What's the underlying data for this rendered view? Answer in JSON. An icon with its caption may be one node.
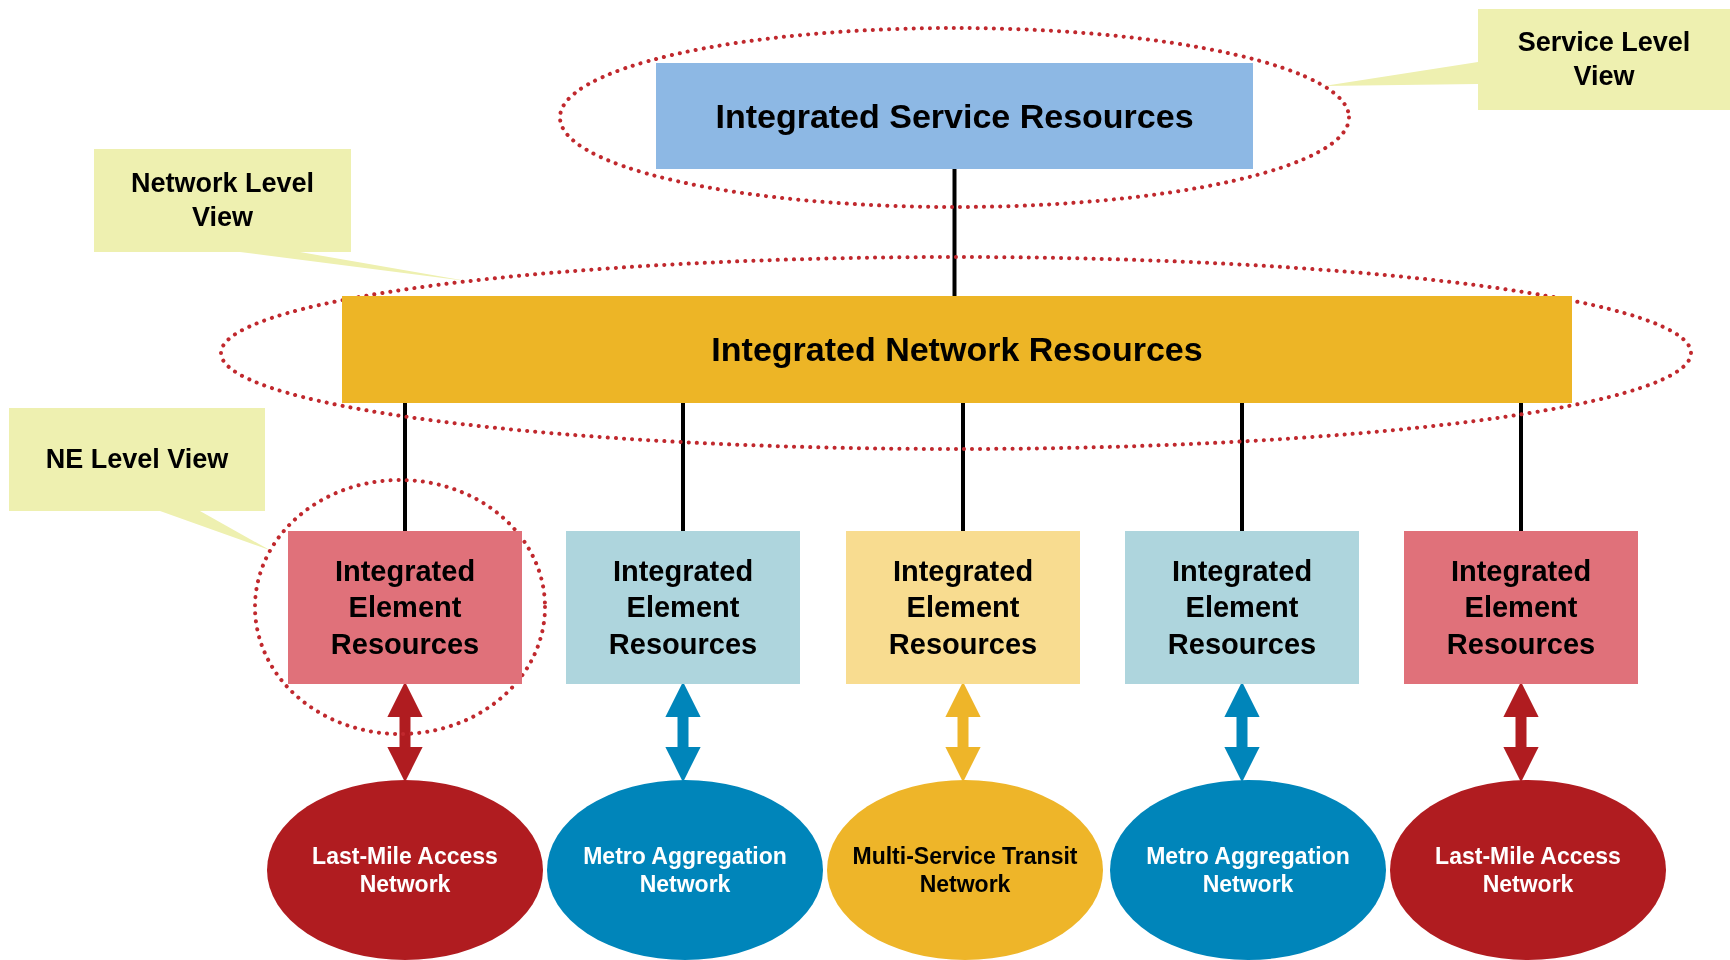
{
  "diagram": {
    "nodes": [
      {
        "text": [
          "Service Level View"
        ]
      },
      {
        "text": [],
        "shape": "ellipse"
      },
      {
        "text": [
          "Integrated Service Resources"
        ],
        "in": 1
      },
      {
        "text": [
          "Network Level View"
        ]
      },
      {
        "text": [],
        "shape": "ellipse"
      },
      {
        "text": [
          "Integrated Network Resources"
        ],
        "in": 4
      },
      {
        "text": [
          "NE Level View"
        ]
      },
      {
        "text": [],
        "shape": "ellipse"
      },
      {
        "text": [
          "Integrated Element Resources"
        ],
        "in": 7
      },
      {
        "text": [
          "Integrated Element Resources"
        ]
      },
      {
        "text": [
          "Integrated Element Resources"
        ]
      },
      {
        "text": [
          "Integrated Element Resources"
        ]
      },
      {
        "text": [
          "Integrated Element Resources"
        ]
      },
      {
        "text": [
          "Last-Mile Access Network"
        ]
      },
      {
        "text": [
          "Metro Aggregation Network"
        ]
      },
      {
        "text": [
          "Multi-Service Transit Network"
        ]
      },
      {
        "text": [
          "Metro Aggregation Network"
        ]
      },
      {
        "text": [
          "Last-Mile Access Network"
        ]
      }
    ],
    "edges": [
      {
        "from": 0,
        "to": 1,
        "arrow": "none"
      },
      {
        "from": 3,
        "to": 4,
        "arrow": "none"
      },
      {
        "from": 6,
        "to": 7,
        "arrow": "none"
      },
      {
        "from": 2,
        "to": 5,
        "arrow": "none"
      },
      {
        "from": 5,
        "to": 8,
        "arrow": "none"
      },
      {
        "from": 5,
        "to": 9,
        "arrow": "none"
      },
      {
        "from": 5,
        "to": 10,
        "arrow": "none"
      },
      {
        "from": 5,
        "to": 11,
        "arrow": "none"
      },
      {
        "from": 5,
        "to": 12,
        "arrow": "none"
      },
      {
        "from": 8,
        "to": 13,
        "arrow": "both",
        "style": "thick",
        "color": "#b01c20"
      },
      {
        "from": 9,
        "to": 14,
        "arrow": "both",
        "style": "thick",
        "color": "#0085ba"
      },
      {
        "from": 10,
        "to": 15,
        "arrow": "both",
        "style": "thick",
        "color": "#eeb529"
      },
      {
        "from": 11,
        "to": 16,
        "arrow": "both",
        "style": "thick",
        "color": "#0085ba"
      },
      {
        "from": 12,
        "to": 17,
        "arrow": "both",
        "style": "thick",
        "color": "#b01c20"
      }
    ]
  }
}
